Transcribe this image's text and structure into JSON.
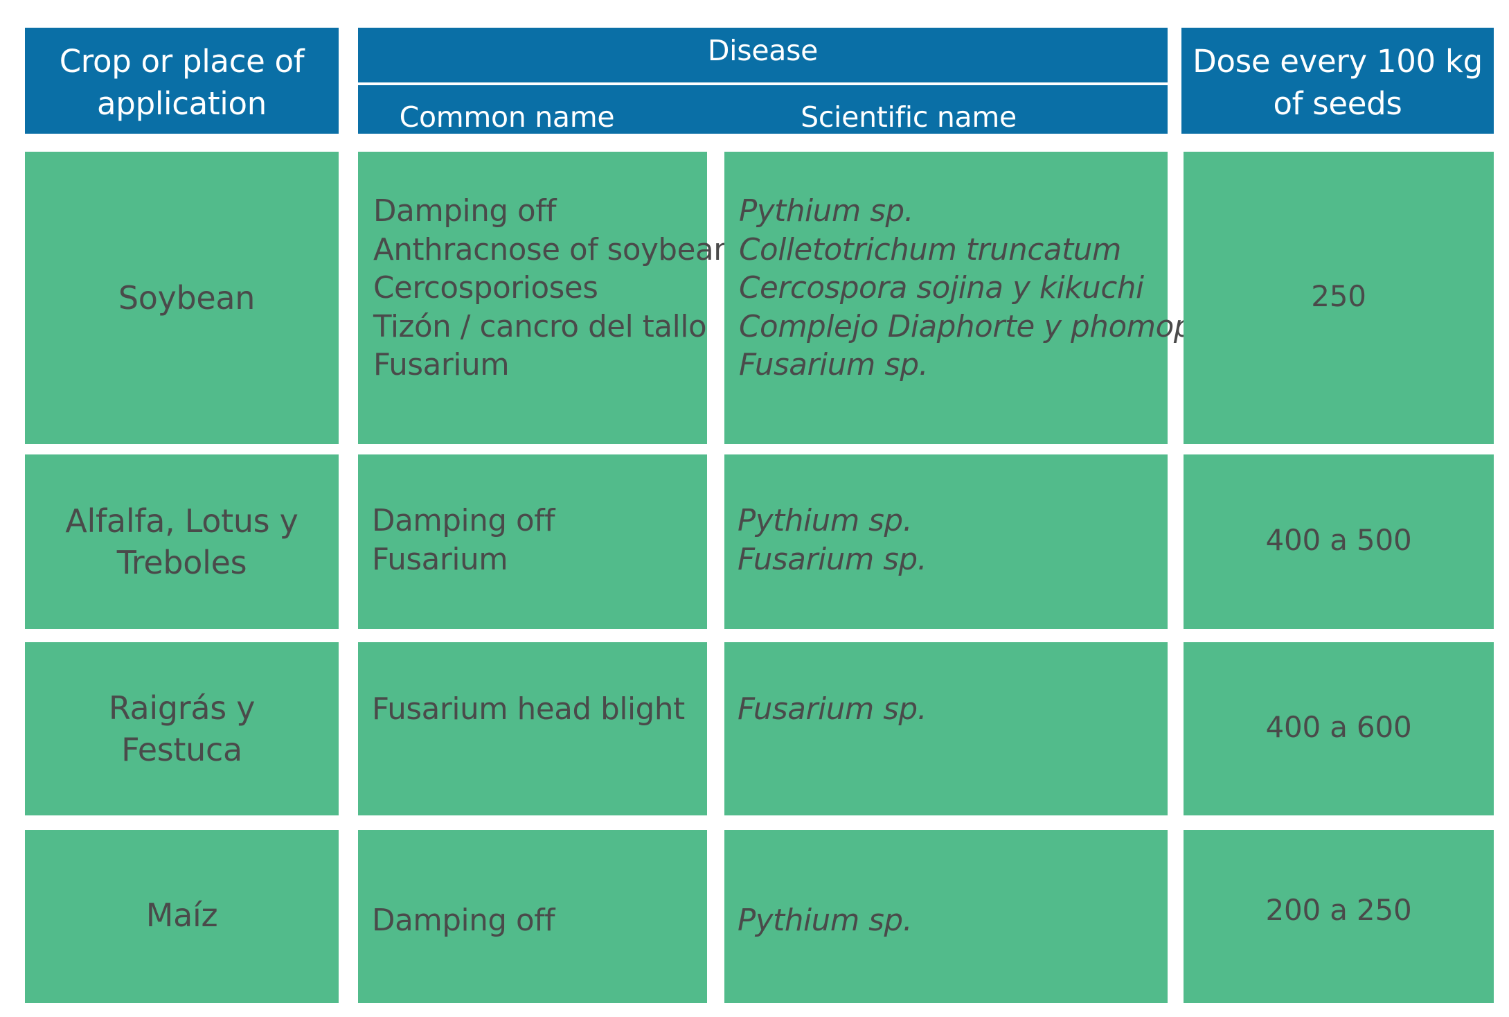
{
  "header": {
    "crop": [
      "Crop or place of",
      "application"
    ],
    "disease": "Disease",
    "common_name": "Common name",
    "scientific_name": "Scientific name",
    "dose": [
      "Dose every 100 kg",
      "of seeds"
    ]
  },
  "rows": [
    {
      "crop": [
        "Soybean"
      ],
      "common": [
        "Damping off",
        "Anthracnose of soybean",
        "Cercosporioses",
        "Tizón / cancro del tallo",
        "Fusarium"
      ],
      "scientific": [
        "Pythium sp.",
        "Colletotrichum truncatum",
        "Cercospora sojina y kikuchi",
        "Complejo Diaphorte y phomopsis",
        "Fusarium sp."
      ],
      "dose": "250"
    },
    {
      "crop": [
        "Alfalfa, Lotus y",
        "Treboles"
      ],
      "common": [
        "Damping off",
        "Fusarium"
      ],
      "scientific": [
        "Pythium sp.",
        "Fusarium sp."
      ],
      "dose": "400 a 500"
    },
    {
      "crop": [
        "Raigrás y Festuca"
      ],
      "common": [
        "Fusarium head blight"
      ],
      "scientific": [
        "Fusarium sp."
      ],
      "dose": "400 a 600"
    },
    {
      "crop": [
        "Maíz"
      ],
      "common": [
        "Damping off"
      ],
      "scientific": [
        "Pythium sp."
      ],
      "dose": "200 a 250"
    }
  ],
  "colors": {
    "header_bg": "#0a6fa6",
    "header_text": "#ffffff",
    "cell_bg": "#52bb8b",
    "cell_text": "#4a4a4a"
  }
}
